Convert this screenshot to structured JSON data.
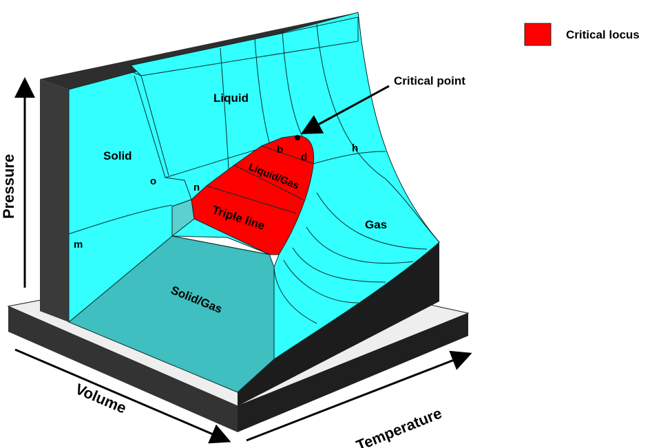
{
  "labels": {
    "solid": "Solid",
    "liquid": "Liquid",
    "gas": "Gas",
    "liquid_gas": "Liquid/Gas",
    "solid_gas": "Solid/Gas",
    "triple_line": "Triple line",
    "critical_point": "Critical point",
    "points": {
      "b": "b",
      "d": "d",
      "h": "h",
      "m": "m",
      "n": "n",
      "o": "o"
    }
  },
  "axes": {
    "pressure": "Pressure",
    "volume": "Volume",
    "temperature": "Temperature"
  },
  "legend": {
    "items": [
      {
        "label": "Critical locus",
        "color": "#ff0000"
      }
    ]
  },
  "colors": {
    "surface": "#33ffff",
    "surface_shadow": "#3fbfbf",
    "two_phase": "#ff0000",
    "wall": "#3a3a3a",
    "base_top": "#eeeeee",
    "base_side": "#333333"
  }
}
